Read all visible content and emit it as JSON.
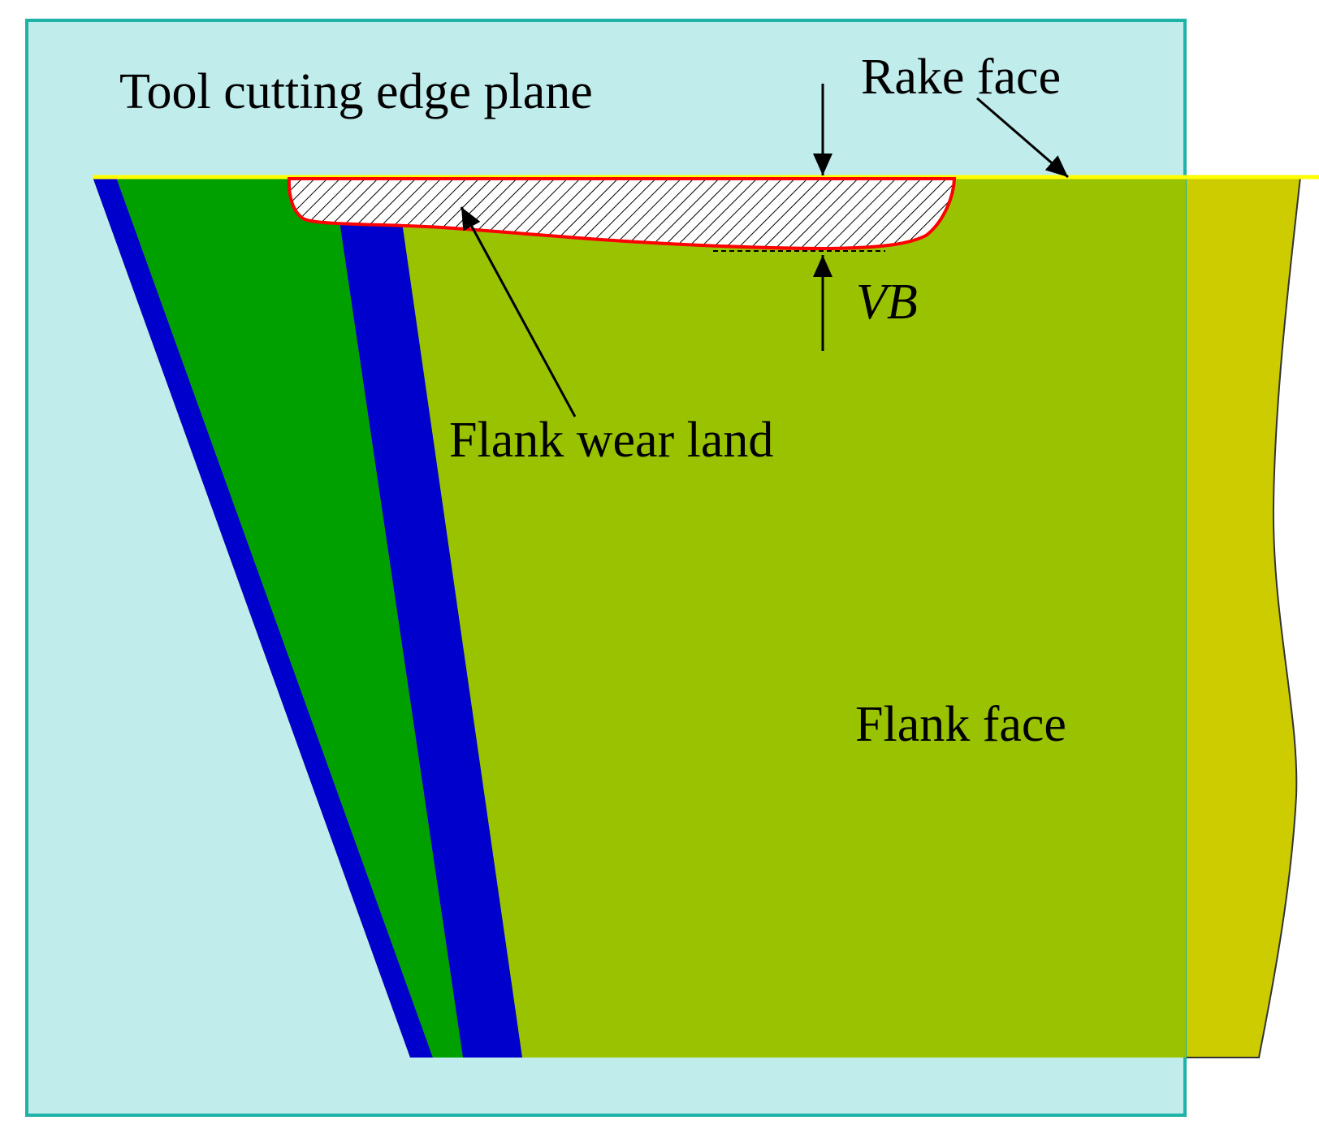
{
  "labels": {
    "plane": "Tool cutting edge plane",
    "rake_face": "Rake face",
    "flank_wear_land": "Flank wear land",
    "vb": "VB",
    "flank_face": "Flank face"
  },
  "colors": {
    "plane_fill": "#c0ecec",
    "plane_border": "#1fb3a8",
    "flank_face": "#99c200",
    "flank_face_outside": "#cccc00",
    "green_band": "#00a000",
    "blue_band": "#0000cc",
    "rake_edge": "#ffff00",
    "wear_outline": "#ff0000",
    "arrow": "#000000"
  }
}
